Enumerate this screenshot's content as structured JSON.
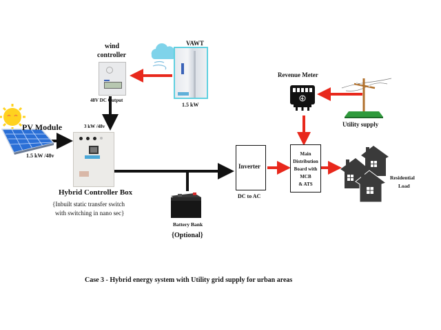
{
  "diagram": {
    "caption": "Case 3 - Hybrid energy system with Utility grid supply for urban areas",
    "colors": {
      "dc_flow": "#111111",
      "ac_flow": "#e8281c",
      "solar_panel": "#2a6fd6",
      "sun": "#ffd21f",
      "cloud": "#7fd3ea",
      "pole": "#b0702c",
      "ground": "#2f9a3c",
      "house": "#3a3a3a"
    },
    "nodes": {
      "pv": {
        "title": "PV Module",
        "rating": "1.5 kW /48v",
        "icon": "solar-panel-icon"
      },
      "vawt": {
        "title": "VAWT",
        "rating": "1.5 kW",
        "icon": "wind-turbine-icon"
      },
      "wind_controller": {
        "title_line1": "wind",
        "title_line2": "controller",
        "output": "48V DC  Output",
        "icon": "wind-controller-icon"
      },
      "hybrid": {
        "rating": "3 kW /48v",
        "title": "Hybrid Controller Box",
        "note_line1": "{Inbuilt static transfer switch",
        "note_line2": "with switching in nano sec}",
        "icon": "control-panel-icon"
      },
      "battery": {
        "title": "Battery Bank",
        "note": "{Optional}",
        "icon": "battery-icon"
      },
      "inverter": {
        "title": "Inverter",
        "sub": "DC to AC"
      },
      "mdb": {
        "lines": [
          "Main",
          "Distribution",
          "Board with",
          "MCB",
          "& ATS"
        ]
      },
      "meter": {
        "title": "Revenue Meter",
        "icon": "energy-meter-icon"
      },
      "utility": {
        "title": "Utility supply",
        "icon": "utility-pole-icon"
      },
      "load": {
        "line1": "Residential",
        "line2": "Load",
        "icon": "houses-icon"
      }
    },
    "edges": [
      {
        "from": "vawt",
        "to": "wind_controller",
        "type": "ac"
      },
      {
        "from": "wind_controller",
        "to": "hybrid",
        "type": "dc"
      },
      {
        "from": "pv",
        "to": "hybrid",
        "type": "dc"
      },
      {
        "from": "hybrid",
        "to": "inverter",
        "type": "dc"
      },
      {
        "from": "battery",
        "to": "hybrid-inverter-bus",
        "type": "dc"
      },
      {
        "from": "inverter",
        "to": "mdb",
        "type": "ac"
      },
      {
        "from": "utility",
        "to": "meter",
        "type": "ac"
      },
      {
        "from": "meter",
        "to": "mdb",
        "type": "ac"
      },
      {
        "from": "mdb",
        "to": "load",
        "type": "ac"
      }
    ]
  }
}
